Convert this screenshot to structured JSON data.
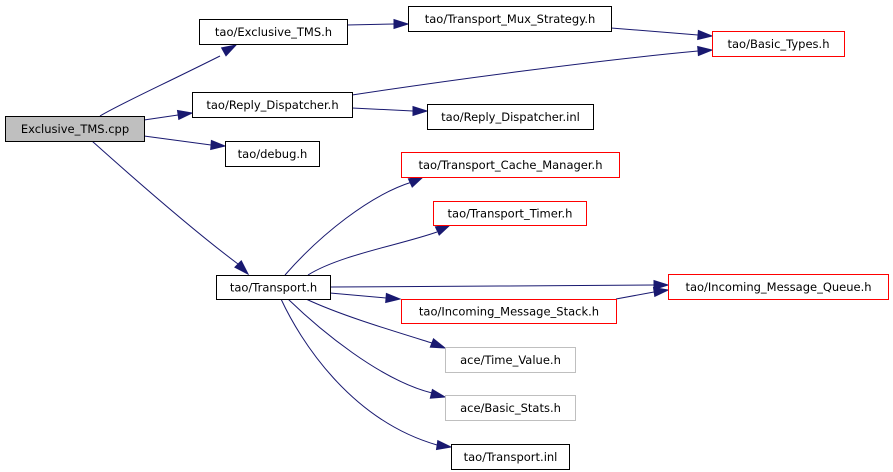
{
  "diagram": {
    "title": "Include dependency graph for Exclusive_TMS.cpp",
    "colors": {
      "edge": "#191970",
      "root_fill": "#bfbfbf",
      "root_border": "#000000",
      "normal_border": "#000000",
      "missing_border": "#ff0000",
      "external_border": "#bfbfbf",
      "node_fill": "#ffffff"
    },
    "nodes": [
      {
        "id": "root",
        "label": "Exclusive_TMS.cpp",
        "kind": "root"
      },
      {
        "id": "exclusive_tms_h",
        "label": "tao/Exclusive_TMS.h",
        "kind": "normal"
      },
      {
        "id": "transport_mux_strategy_h",
        "label": "tao/Transport_Mux_Strategy.h",
        "kind": "normal"
      },
      {
        "id": "basic_types_h",
        "label": "tao/Basic_Types.h",
        "kind": "missing"
      },
      {
        "id": "reply_dispatcher_h",
        "label": "tao/Reply_Dispatcher.h",
        "kind": "normal"
      },
      {
        "id": "reply_dispatcher_inl",
        "label": "tao/Reply_Dispatcher.inl",
        "kind": "normal"
      },
      {
        "id": "debug_h",
        "label": "tao/debug.h",
        "kind": "normal"
      },
      {
        "id": "transport_cache_manager_h",
        "label": "tao/Transport_Cache_Manager.h",
        "kind": "missing"
      },
      {
        "id": "transport_timer_h",
        "label": "tao/Transport_Timer.h",
        "kind": "missing"
      },
      {
        "id": "transport_h",
        "label": "tao/Transport.h",
        "kind": "normal"
      },
      {
        "id": "incoming_message_queue_h",
        "label": "tao/Incoming_Message_Queue.h",
        "kind": "missing"
      },
      {
        "id": "incoming_message_stack_h",
        "label": "tao/Incoming_Message_Stack.h",
        "kind": "missing"
      },
      {
        "id": "time_value_h",
        "label": "ace/Time_Value.h",
        "kind": "external"
      },
      {
        "id": "basic_stats_h",
        "label": "ace/Basic_Stats.h",
        "kind": "external"
      },
      {
        "id": "transport_inl",
        "label": "tao/Transport.inl",
        "kind": "normal"
      }
    ],
    "edges": [
      {
        "from": "root",
        "to": "exclusive_tms_h"
      },
      {
        "from": "root",
        "to": "reply_dispatcher_h"
      },
      {
        "from": "root",
        "to": "debug_h"
      },
      {
        "from": "root",
        "to": "transport_h"
      },
      {
        "from": "exclusive_tms_h",
        "to": "transport_mux_strategy_h"
      },
      {
        "from": "transport_mux_strategy_h",
        "to": "basic_types_h"
      },
      {
        "from": "reply_dispatcher_h",
        "to": "basic_types_h"
      },
      {
        "from": "reply_dispatcher_h",
        "to": "reply_dispatcher_inl"
      },
      {
        "from": "transport_h",
        "to": "transport_cache_manager_h"
      },
      {
        "from": "transport_h",
        "to": "transport_timer_h"
      },
      {
        "from": "transport_h",
        "to": "incoming_message_queue_h"
      },
      {
        "from": "transport_h",
        "to": "incoming_message_stack_h"
      },
      {
        "from": "incoming_message_stack_h",
        "to": "incoming_message_queue_h"
      },
      {
        "from": "transport_h",
        "to": "time_value_h"
      },
      {
        "from": "transport_h",
        "to": "basic_stats_h"
      },
      {
        "from": "transport_h",
        "to": "transport_inl"
      }
    ]
  }
}
